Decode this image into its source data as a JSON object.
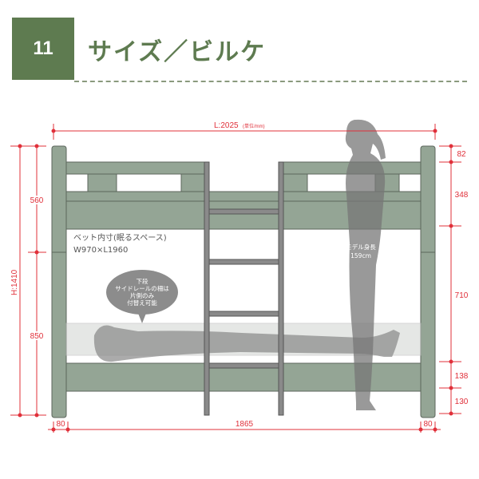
{
  "header": {
    "number": "11",
    "title": "サイズ／ビルケ"
  },
  "dimensions": {
    "length": "L:2025",
    "unit": "(単位/mm)",
    "height": "H:1410",
    "left": [
      "560",
      "850"
    ],
    "right": [
      "82",
      "348",
      "710",
      "138",
      "130"
    ],
    "bottom": [
      "80",
      "1865",
      "80"
    ]
  },
  "notes": {
    "inner_size_title": "ベット内寸(眠るスペース)",
    "inner_size": "W970×L1960",
    "bubble": [
      "下段",
      "サイドレールの柵は",
      "片側のみ",
      "付替え可能"
    ],
    "model_label": "モデル身長",
    "model_height": "159cm"
  },
  "colors": {
    "accent": "#5e7b50",
    "frame": "#94a595",
    "dimension": "#e0303a"
  }
}
